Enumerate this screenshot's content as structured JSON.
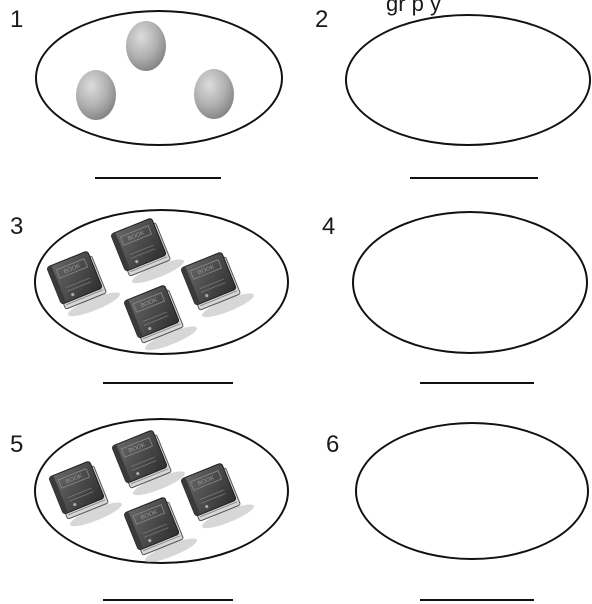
{
  "header_fragment": "gr       p    y",
  "problems": [
    {
      "number": "1",
      "picture": "egg-icon",
      "count_shown": 3
    },
    {
      "number": "2",
      "picture": "",
      "count_shown": 0
    },
    {
      "number": "3",
      "picture": "book-icon",
      "count_shown": 4
    },
    {
      "number": "4",
      "picture": "",
      "count_shown": 0
    },
    {
      "number": "5",
      "picture": "book-icon",
      "count_shown": 4
    },
    {
      "number": "6",
      "picture": "",
      "count_shown": 0
    }
  ],
  "book_label": "BOOK",
  "colors": {
    "egg_light": "#c4c4c4",
    "egg_dark": "#8a8a8a",
    "book_cover": "#4a4a4a",
    "book_pages": "#d8d8d8"
  }
}
